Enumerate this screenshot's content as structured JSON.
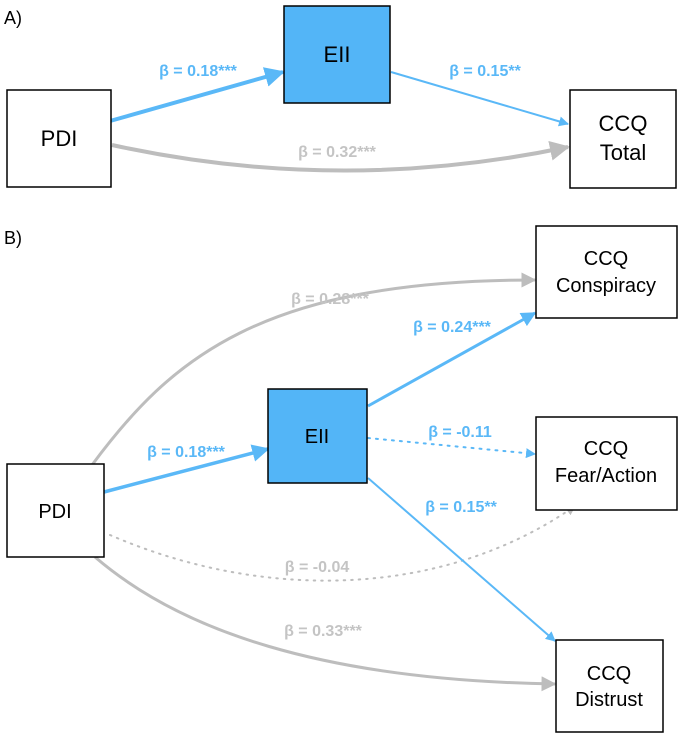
{
  "panels": {
    "a": {
      "label": "A)",
      "nodes": {
        "pdi": [
          "PDI"
        ],
        "eii": [
          "EII"
        ],
        "ccq_total": [
          "CCQ",
          "Total"
        ]
      },
      "paths": {
        "pdi_eii": "β = 0.18***",
        "eii_ccq": "β = 0.15**",
        "pdi_ccq": "β = 0.32***"
      }
    },
    "b": {
      "label": "B)",
      "nodes": {
        "pdi": [
          "PDI"
        ],
        "eii": [
          "EII"
        ],
        "conspiracy": [
          "CCQ",
          "Conspiracy"
        ],
        "fear_action": [
          "CCQ",
          "Fear/Action"
        ],
        "distrust": [
          "CCQ",
          "Distrust"
        ]
      },
      "paths": {
        "pdi_eii": "β = 0.18***",
        "eii_conspiracy": "β = 0.24***",
        "eii_fear_action": "β = -0.11",
        "eii_distrust": "β = 0.15**",
        "pdi_conspiracy": "β = 0.28***",
        "pdi_fear_action": "β = -0.04",
        "pdi_distrust": "β = 0.33***"
      }
    }
  },
  "colors": {
    "significant_path": "#5ab8f7",
    "direct_path": "#bdbdbd",
    "mediator_fill": "#53b5f7",
    "node_fill": "#ffffff",
    "node_border": "#000000"
  }
}
